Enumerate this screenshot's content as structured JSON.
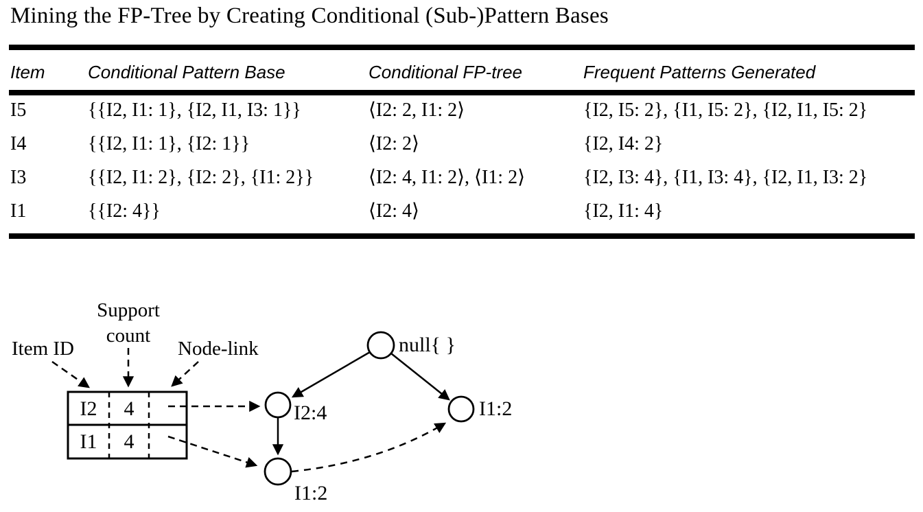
{
  "title": "Mining the FP-Tree by Creating Conditional (Sub-)Pattern Bases",
  "table": {
    "headers": [
      "Item",
      "Conditional Pattern Base",
      "Conditional FP-tree",
      "Frequent Patterns Generated"
    ],
    "rows": [
      {
        "item": "I5",
        "conditional_pattern_base": "{{I2, I1: 1}, {I2, I1, I3: 1}}",
        "conditional_fp_tree": "⟨I2: 2, I1: 2⟩",
        "frequent_patterns_generated": "{I2, I5: 2}, {I1, I5: 2}, {I2, I1, I5: 2}"
      },
      {
        "item": "I4",
        "conditional_pattern_base": "{{I2, I1: 1}, {I2: 1}}",
        "conditional_fp_tree": "⟨I2: 2⟩",
        "frequent_patterns_generated": "{I2, I4: 2}"
      },
      {
        "item": "I3",
        "conditional_pattern_base": "{{I2, I1: 2}, {I2: 2}, {I1: 2}}",
        "conditional_fp_tree": "⟨I2: 4, I1: 2⟩, ⟨I1: 2⟩",
        "frequent_patterns_generated": "{I2, I3: 4}, {I1, I3: 4}, {I2, I1, I3: 2}"
      },
      {
        "item": "I1",
        "conditional_pattern_base": "{{I2: 4}}",
        "conditional_fp_tree": "⟨I2: 4⟩",
        "frequent_patterns_generated": "{I2, I1: 4}"
      }
    ]
  },
  "diagram": {
    "labels": {
      "item_id": "Item ID",
      "support_line1": "Support",
      "support_line2": "count",
      "node_link": "Node-link"
    },
    "header_table": {
      "rows": [
        {
          "item_id": "I2",
          "support_count": "4"
        },
        {
          "item_id": "I1",
          "support_count": "4"
        }
      ]
    },
    "nodes": {
      "root": "null{ }",
      "i2_child": "I2:4",
      "i1_child_bottom": "I1:2",
      "i1_child_right": "I1:2"
    }
  },
  "colors": {
    "text": "#000000",
    "background": "#ffffff"
  }
}
